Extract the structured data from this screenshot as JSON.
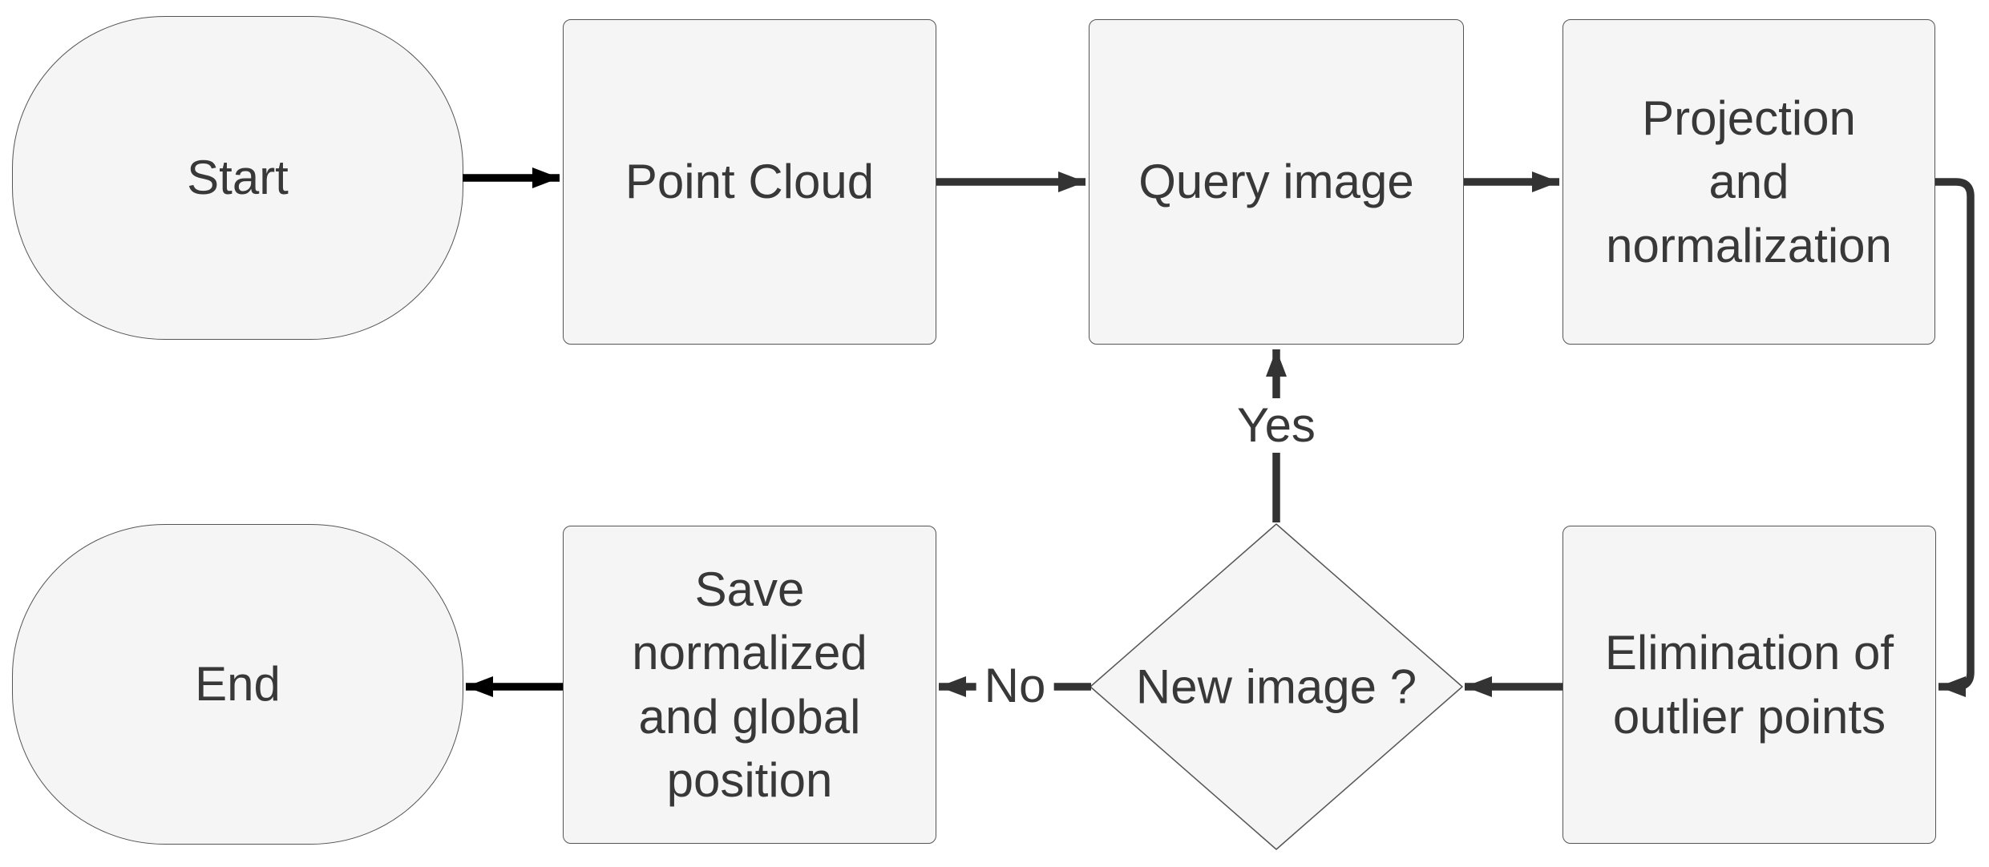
{
  "diagram": {
    "type": "flowchart",
    "nodes": {
      "start": {
        "label": "Start",
        "shape": "terminator"
      },
      "point_cloud": {
        "label": "Point Cloud",
        "shape": "process"
      },
      "query_image": {
        "label": "Query image",
        "shape": "process"
      },
      "projection": {
        "label": "Projection\nand\nnormalization",
        "shape": "process"
      },
      "elimination": {
        "label": "Elimination of\noutlier points",
        "shape": "process"
      },
      "new_image": {
        "label": "New image ?",
        "shape": "decision"
      },
      "save": {
        "label": "Save\nnormalized\nand global\nposition",
        "shape": "process"
      },
      "end": {
        "label": "End",
        "shape": "terminator"
      }
    },
    "edges": [
      {
        "from": "start",
        "to": "point_cloud",
        "label": ""
      },
      {
        "from": "point_cloud",
        "to": "query_image",
        "label": ""
      },
      {
        "from": "query_image",
        "to": "projection",
        "label": ""
      },
      {
        "from": "projection",
        "to": "elimination",
        "label": ""
      },
      {
        "from": "elimination",
        "to": "new_image",
        "label": ""
      },
      {
        "from": "new_image",
        "to": "query_image",
        "label": "Yes"
      },
      {
        "from": "new_image",
        "to": "save",
        "label": "No"
      },
      {
        "from": "save",
        "to": "end",
        "label": ""
      }
    ],
    "colors": {
      "node_fill": "#f5f5f5",
      "node_border": "#555555",
      "text": "#383838",
      "arrow": "#333333",
      "arrow_black": "#000000",
      "background": "#ffffff"
    }
  }
}
